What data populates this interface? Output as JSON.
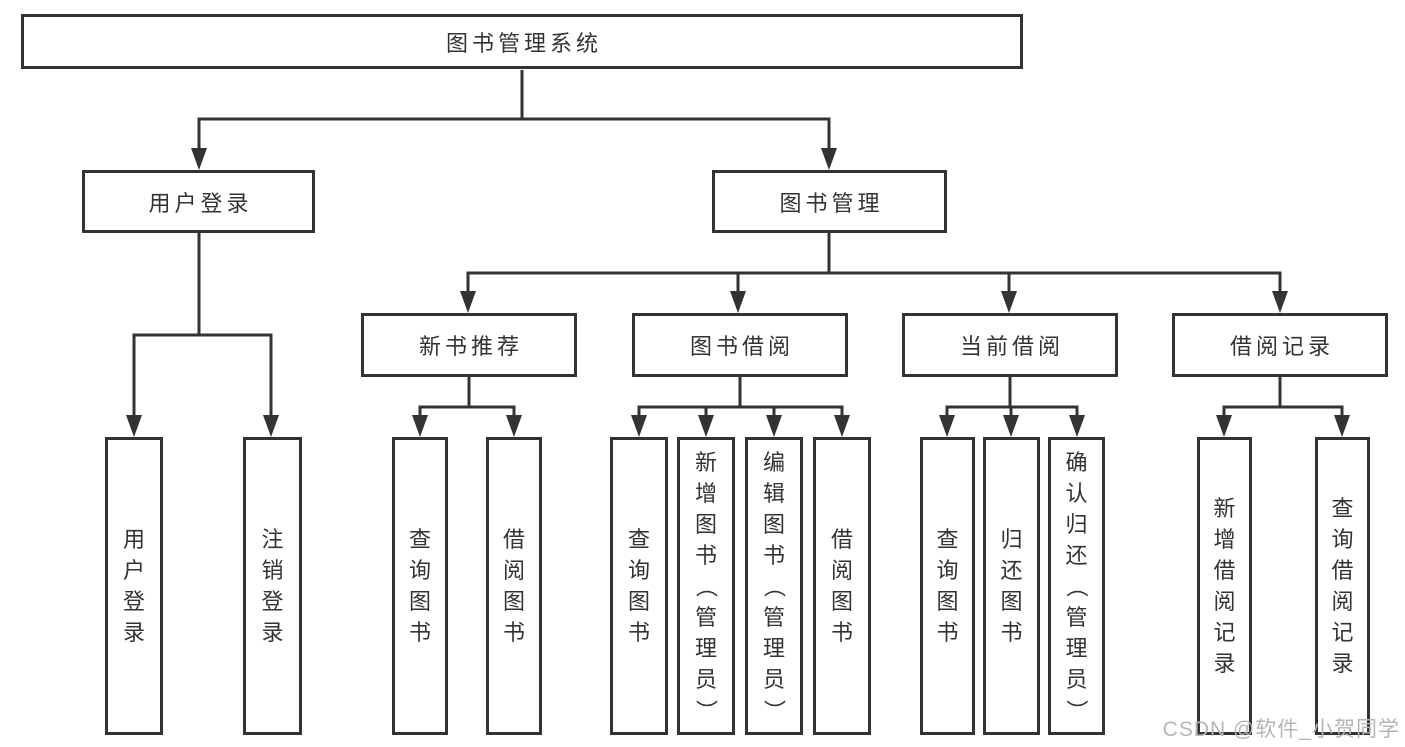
{
  "page": {
    "background": "#ffffff"
  },
  "colors": {
    "line": "#333333",
    "box_border": "#333333",
    "text": "#333333",
    "watermark": "#b5b5b5"
  },
  "diagram": {
    "root_label": "图书管理系统",
    "branches": [
      {
        "label": "用户登录",
        "children": [
          {
            "label": "用户登录"
          },
          {
            "label": "注销登录"
          }
        ]
      },
      {
        "label": "图书管理",
        "children": [
          {
            "label": "新书推荐",
            "children": [
              {
                "label": "查询图书"
              },
              {
                "label": "借阅图书"
              }
            ]
          },
          {
            "label": "图书借阅",
            "children": [
              {
                "label": "查询图书"
              },
              {
                "label": "新增图书（管理员）"
              },
              {
                "label": "编辑图书（管理员）"
              },
              {
                "label": "借阅图书"
              }
            ]
          },
          {
            "label": "当前借阅",
            "children": [
              {
                "label": "查询图书"
              },
              {
                "label": "归还图书"
              },
              {
                "label": "确认归还（管理员）"
              }
            ]
          },
          {
            "label": "借阅记录",
            "children": [
              {
                "label": "新增借阅记录"
              },
              {
                "label": "查询借阅记录"
              }
            ]
          }
        ]
      }
    ]
  },
  "watermark": {
    "text": "CSDN @软件_小贺同学"
  }
}
